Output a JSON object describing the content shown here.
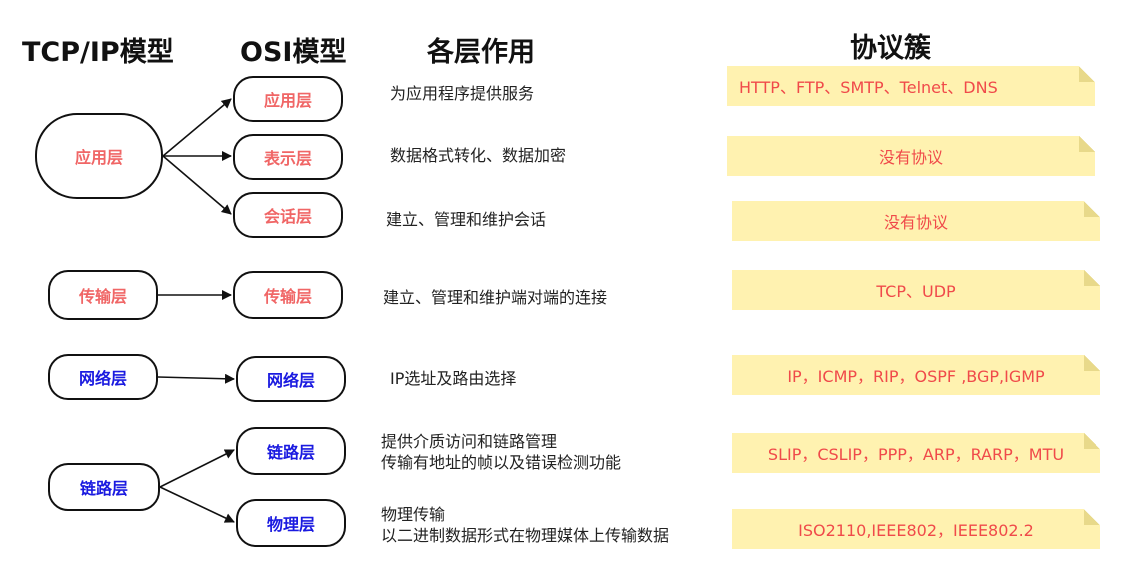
{
  "headers": {
    "tcpip": "TCP/IP模型",
    "osi": "OSI模型",
    "role": "各层作用",
    "protocols": "协议簇"
  },
  "tcpip_layers": {
    "application": "应用层",
    "transport": "传输层",
    "network": "网络层",
    "link": "链路层"
  },
  "osi_layers": {
    "application": "应用层",
    "presentation": "表示层",
    "session": "会话层",
    "transport": "传输层",
    "network": "网络层",
    "datalink": "链路层",
    "physical": "物理层"
  },
  "descriptions": {
    "application": "为应用程序提供服务",
    "presentation": "数据格式转化、数据加密",
    "session": "建立、管理和维护会话",
    "transport": "建立、管理和维护端对端的连接",
    "network": "IP选址及路由选择",
    "datalink_line1": "提供介质访问和链路管理",
    "datalink_line2": "传输有地址的帧以及错误检测功能",
    "physical_line1": "物理传输",
    "physical_line2": "以二进制数据形式在物理媒体上传输数据"
  },
  "protocols": {
    "application": "HTTP、FTP、SMTP、Telnet、DNS",
    "presentation": "没有协议",
    "session": "没有协议",
    "transport": "TCP、UDP",
    "network": "IP，ICMP，RIP，OSPF ,BGP,IGMP",
    "datalink": "SLIP，CSLIP，PPP，ARP，RARP，MTU",
    "physical": "ISO2110,IEEE802，IEEE802.2"
  },
  "colors": {
    "upper_layer_text": "#f06666",
    "lower_layer_text": "#1a1ae0",
    "note_fill": "#fff2b0",
    "protocol_text": "#f04a4a"
  }
}
